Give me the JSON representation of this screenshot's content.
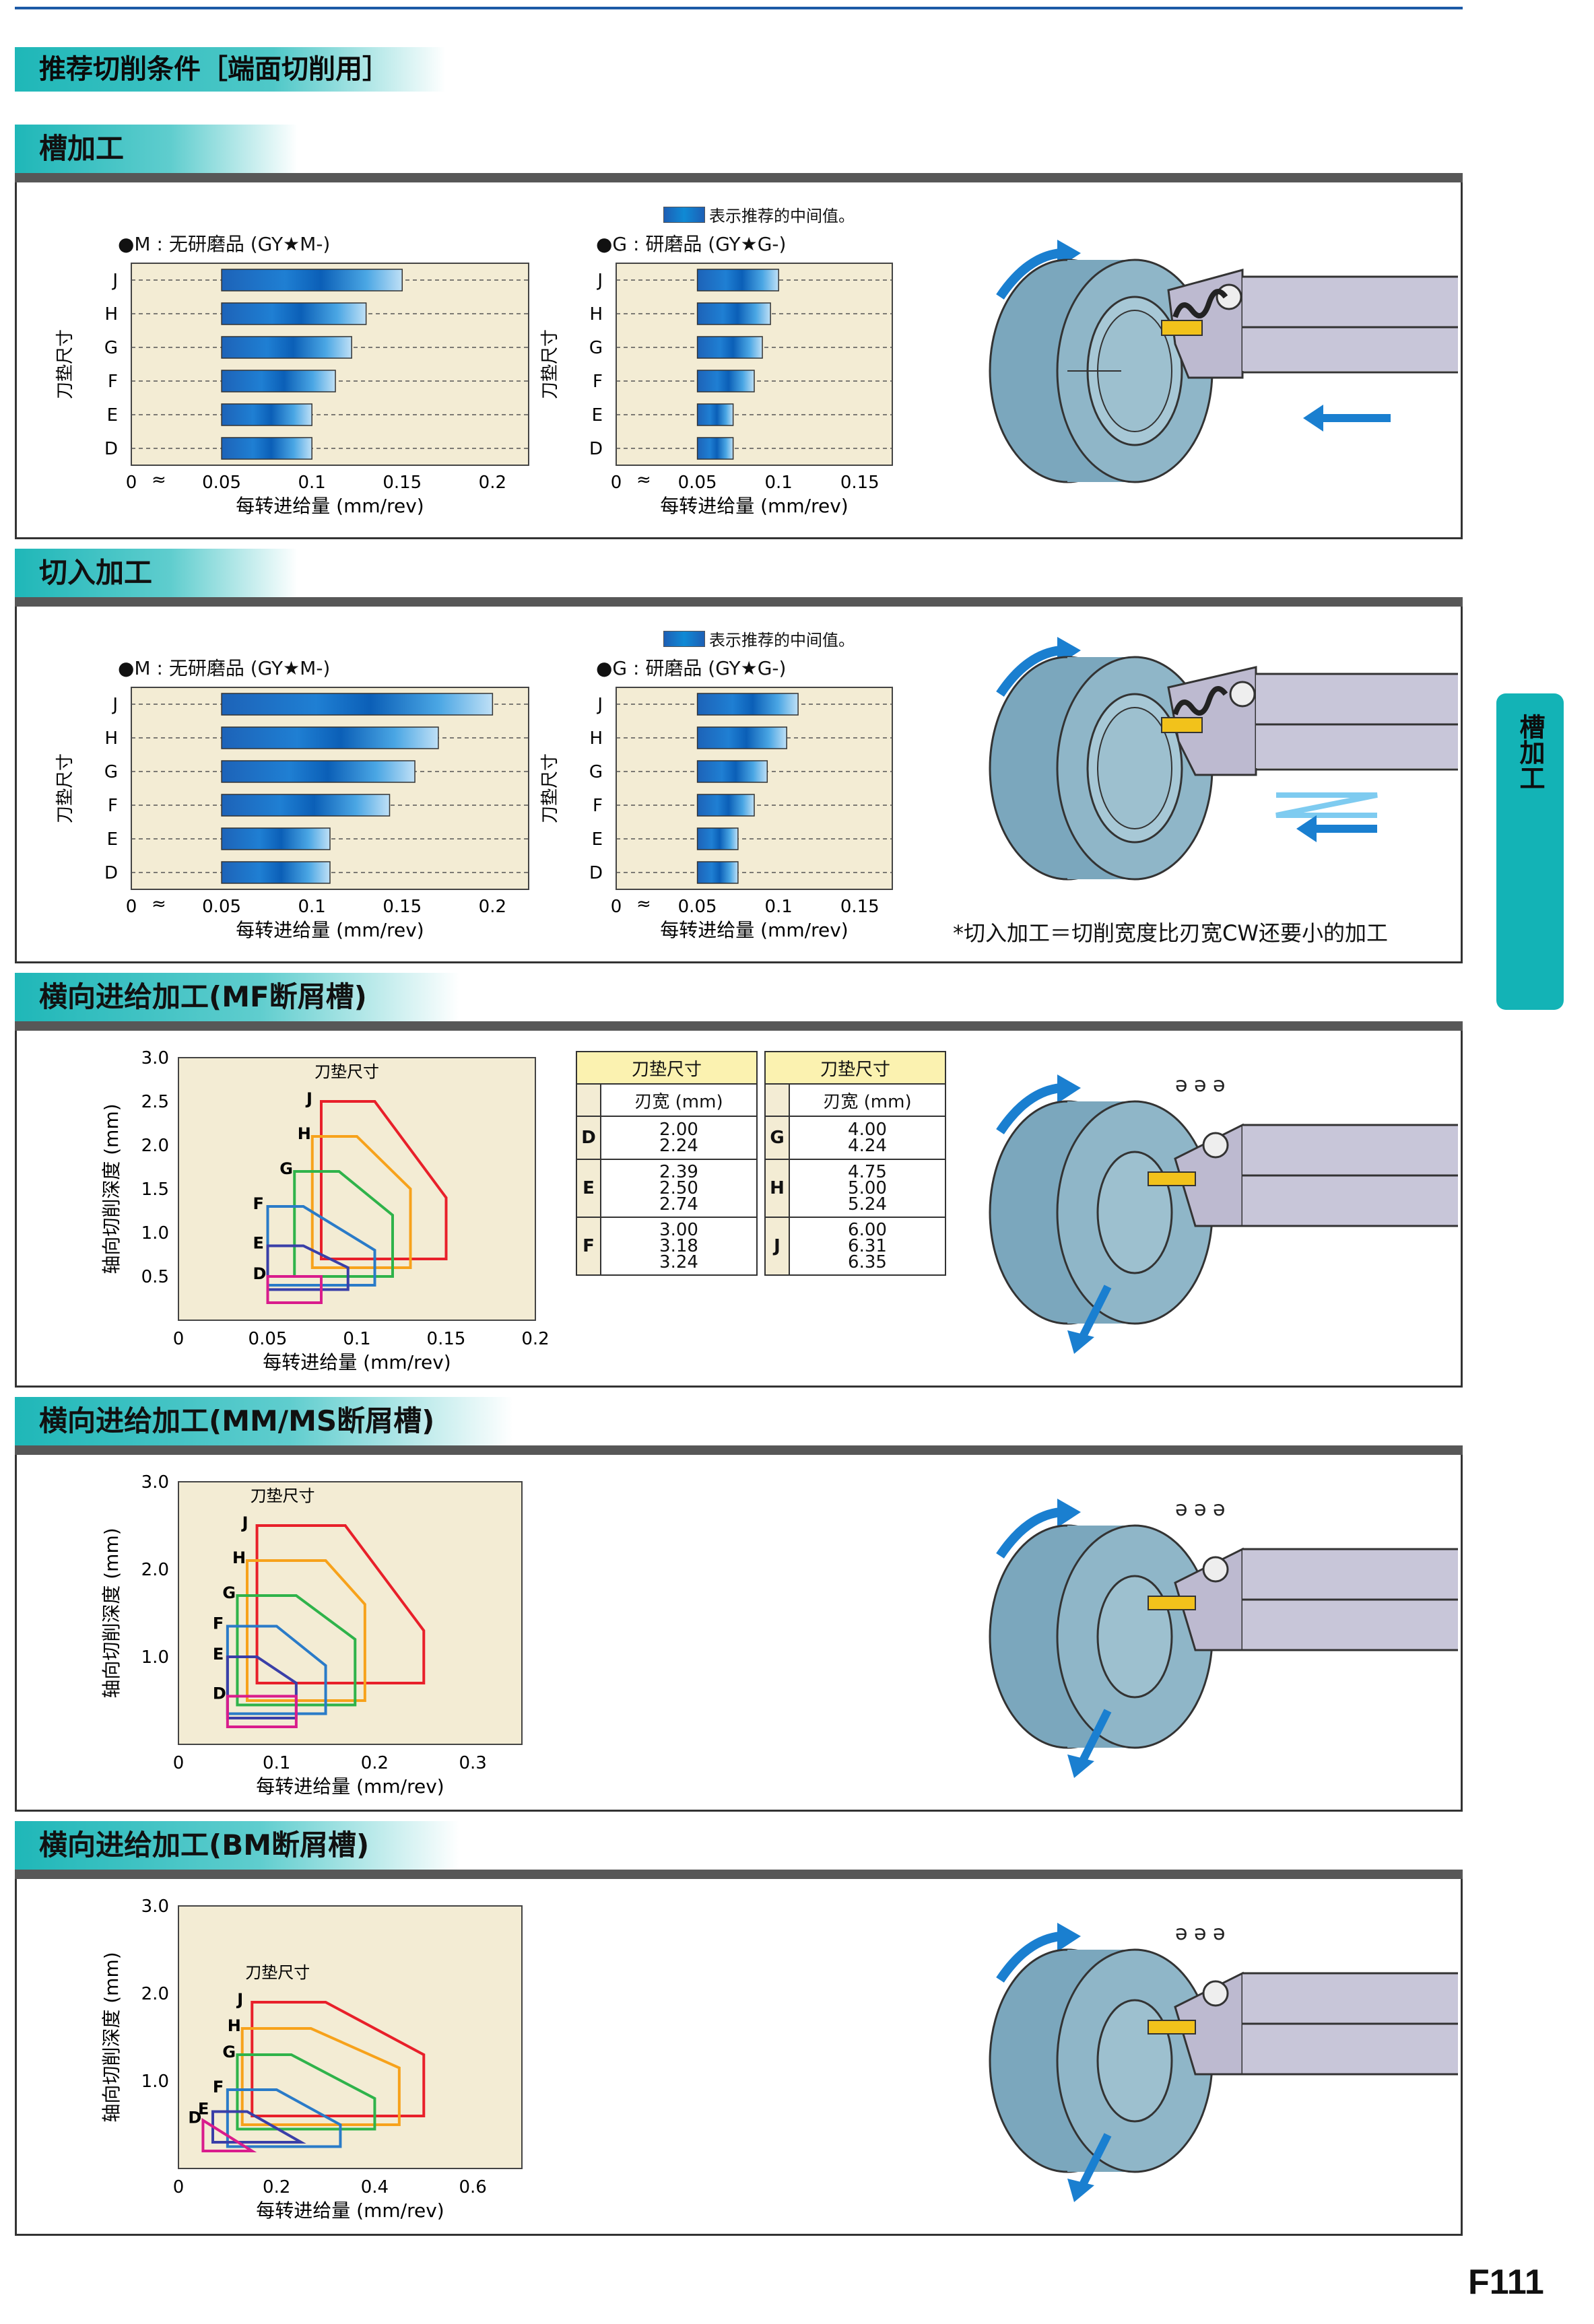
{
  "page": {
    "title": "推荐切削条件［端面切削用］",
    "page_number": "F111",
    "side_tab": "槽加工"
  },
  "sections": [
    {
      "id": "groove",
      "heading": "槽加工"
    },
    {
      "id": "plunge",
      "heading": "切入加工",
      "footnote": "*切入加工＝切削宽度比刃宽CW还要小的加工"
    },
    {
      "id": "mf",
      "heading": "横向进给加工(MF断屑槽)"
    },
    {
      "id": "mm",
      "heading": "横向进给加工(MM/MS断屑槽)"
    },
    {
      "id": "bm",
      "heading": "横向进给加工(BM断屑槽)"
    }
  ],
  "common": {
    "legend_note": "表示推荐的中间值。",
    "m_title": "●M : 无研磨品 (GY★M-)",
    "g_title": "●G : 研磨品 (GY★G-)",
    "y_label_insert": "刀垫尺寸",
    "x_label_feed": "每转进给量 (mm/rev)",
    "y_label_depth": "轴向切削深度 (mm)",
    "insert_size_label": "刀垫尺寸"
  },
  "chart_data": [
    {
      "type": "bar",
      "id": "groove-m",
      "section": "槽加工",
      "categories": [
        "J",
        "H",
        "G",
        "F",
        "E",
        "D"
      ],
      "ranges": [
        [
          0.05,
          0.15
        ],
        [
          0.05,
          0.13
        ],
        [
          0.05,
          0.122
        ],
        [
          0.05,
          0.113
        ],
        [
          0.05,
          0.1
        ],
        [
          0.05,
          0.1
        ]
      ],
      "xticks": [
        "0",
        "0.05",
        "0.1",
        "0.15",
        "0.2"
      ],
      "xlim": [
        0,
        0.22
      ]
    },
    {
      "type": "bar",
      "id": "groove-g",
      "section": "槽加工",
      "categories": [
        "J",
        "H",
        "G",
        "F",
        "E",
        "D"
      ],
      "ranges": [
        [
          0.05,
          0.1
        ],
        [
          0.05,
          0.095
        ],
        [
          0.05,
          0.09
        ],
        [
          0.05,
          0.085
        ],
        [
          0.05,
          0.072
        ],
        [
          0.05,
          0.072
        ]
      ],
      "xticks": [
        "0",
        "0.05",
        "0.1",
        "0.15"
      ],
      "xlim": [
        0,
        0.17
      ]
    },
    {
      "type": "bar",
      "id": "plunge-m",
      "section": "切入加工",
      "categories": [
        "J",
        "H",
        "G",
        "F",
        "E",
        "D"
      ],
      "ranges": [
        [
          0.05,
          0.2
        ],
        [
          0.05,
          0.17
        ],
        [
          0.05,
          0.157
        ],
        [
          0.05,
          0.143
        ],
        [
          0.05,
          0.11
        ],
        [
          0.05,
          0.11
        ]
      ],
      "xticks": [
        "0",
        "0.05",
        "0.1",
        "0.15",
        "0.2"
      ],
      "xlim": [
        0,
        0.22
      ]
    },
    {
      "type": "bar",
      "id": "plunge-g",
      "section": "切入加工",
      "categories": [
        "J",
        "H",
        "G",
        "F",
        "E",
        "D"
      ],
      "ranges": [
        [
          0.05,
          0.112
        ],
        [
          0.05,
          0.105
        ],
        [
          0.05,
          0.093
        ],
        [
          0.05,
          0.085
        ],
        [
          0.05,
          0.075
        ],
        [
          0.05,
          0.075
        ]
      ],
      "xticks": [
        "0",
        "0.05",
        "0.1",
        "0.15"
      ],
      "xlim": [
        0,
        0.17
      ]
    },
    {
      "type": "area",
      "id": "mf-chart",
      "section": "横向进给加工(MF断屑槽)",
      "xlim": [
        0,
        0.2
      ],
      "ylim": [
        0,
        3.0
      ],
      "xticks": [
        "0",
        "0.05",
        "0.1",
        "0.15",
        "0.2"
      ],
      "yticks": [
        "0.5",
        "1.0",
        "1.5",
        "2.0",
        "2.5",
        "3.0"
      ],
      "series": [
        {
          "name": "J",
          "color": "#e8202a",
          "points": [
            [
              0.08,
              2.5
            ],
            [
              0.11,
              2.5
            ],
            [
              0.15,
              1.4
            ],
            [
              0.15,
              0.7
            ],
            [
              0.08,
              0.7
            ]
          ]
        },
        {
          "name": "H",
          "color": "#f7a21b",
          "points": [
            [
              0.075,
              2.1
            ],
            [
              0.1,
              2.1
            ],
            [
              0.13,
              1.5
            ],
            [
              0.13,
              0.6
            ],
            [
              0.075,
              0.6
            ]
          ]
        },
        {
          "name": "G",
          "color": "#2fb34a",
          "points": [
            [
              0.065,
              1.7
            ],
            [
              0.09,
              1.7
            ],
            [
              0.12,
              1.2
            ],
            [
              0.12,
              0.5
            ],
            [
              0.065,
              0.5
            ]
          ]
        },
        {
          "name": "F",
          "color": "#2a7bc8",
          "points": [
            [
              0.05,
              1.3
            ],
            [
              0.07,
              1.3
            ],
            [
              0.11,
              0.8
            ],
            [
              0.11,
              0.4
            ],
            [
              0.05,
              0.4
            ]
          ]
        },
        {
          "name": "E",
          "color": "#3a3fa8",
          "points": [
            [
              0.05,
              0.85
            ],
            [
              0.07,
              0.85
            ],
            [
              0.095,
              0.6
            ],
            [
              0.095,
              0.35
            ],
            [
              0.05,
              0.35
            ]
          ]
        },
        {
          "name": "D",
          "color": "#d91c8c",
          "points": [
            [
              0.05,
              0.5
            ],
            [
              0.08,
              0.5
            ],
            [
              0.08,
              0.2
            ],
            [
              0.05,
              0.2
            ]
          ]
        }
      ]
    },
    {
      "type": "area",
      "id": "mm-chart",
      "section": "横向进给加工(MM/MS断屑槽)",
      "xlim": [
        0,
        0.35
      ],
      "ylim": [
        0,
        3.0
      ],
      "xticks": [
        "0",
        "0.1",
        "0.2",
        "0.3"
      ],
      "yticks": [
        "1.0",
        "2.0",
        "3.0"
      ],
      "series": [
        {
          "name": "J",
          "color": "#e8202a",
          "points": [
            [
              0.08,
              2.5
            ],
            [
              0.17,
              2.5
            ],
            [
              0.25,
              1.3
            ],
            [
              0.25,
              0.7
            ],
            [
              0.08,
              0.7
            ]
          ]
        },
        {
          "name": "H",
          "color": "#f7a21b",
          "points": [
            [
              0.07,
              2.1
            ],
            [
              0.15,
              2.1
            ],
            [
              0.19,
              1.6
            ],
            [
              0.19,
              0.5
            ],
            [
              0.07,
              0.5
            ]
          ]
        },
        {
          "name": "G",
          "color": "#2fb34a",
          "points": [
            [
              0.06,
              1.7
            ],
            [
              0.12,
              1.7
            ],
            [
              0.18,
              1.2
            ],
            [
              0.18,
              0.45
            ],
            [
              0.06,
              0.45
            ]
          ]
        },
        {
          "name": "F",
          "color": "#2a7bc8",
          "points": [
            [
              0.05,
              1.35
            ],
            [
              0.1,
              1.35
            ],
            [
              0.15,
              0.9
            ],
            [
              0.15,
              0.35
            ],
            [
              0.05,
              0.35
            ]
          ]
        },
        {
          "name": "E",
          "color": "#3a3fa8",
          "points": [
            [
              0.05,
              1.0
            ],
            [
              0.08,
              1.0
            ],
            [
              0.12,
              0.7
            ],
            [
              0.12,
              0.3
            ],
            [
              0.05,
              0.3
            ]
          ]
        },
        {
          "name": "D",
          "color": "#d91c8c",
          "points": [
            [
              0.05,
              0.55
            ],
            [
              0.12,
              0.55
            ],
            [
              0.12,
              0.2
            ],
            [
              0.05,
              0.2
            ]
          ]
        }
      ]
    },
    {
      "type": "area",
      "id": "bm-chart",
      "section": "横向进给加工(BM断屑槽)",
      "xlim": [
        0,
        0.7
      ],
      "ylim": [
        0,
        3.0
      ],
      "xticks": [
        "0",
        "0.2",
        "0.4",
        "0.6"
      ],
      "yticks": [
        "1.0",
        "2.0",
        "3.0"
      ],
      "series": [
        {
          "name": "J",
          "color": "#e8202a",
          "points": [
            [
              0.15,
              1.9
            ],
            [
              0.3,
              1.9
            ],
            [
              0.5,
              1.3
            ],
            [
              0.5,
              0.6
            ],
            [
              0.15,
              0.6
            ]
          ]
        },
        {
          "name": "H",
          "color": "#f7a21b",
          "points": [
            [
              0.13,
              1.6
            ],
            [
              0.27,
              1.6
            ],
            [
              0.45,
              1.15
            ],
            [
              0.45,
              0.5
            ],
            [
              0.13,
              0.5
            ]
          ]
        },
        {
          "name": "G",
          "color": "#2fb34a",
          "points": [
            [
              0.12,
              1.3
            ],
            [
              0.23,
              1.3
            ],
            [
              0.4,
              0.8
            ],
            [
              0.4,
              0.45
            ],
            [
              0.12,
              0.45
            ]
          ]
        },
        {
          "name": "F",
          "color": "#2a7bc8",
          "points": [
            [
              0.1,
              0.9
            ],
            [
              0.2,
              0.9
            ],
            [
              0.33,
              0.5
            ],
            [
              0.33,
              0.25
            ],
            [
              0.1,
              0.25
            ]
          ]
        },
        {
          "name": "E",
          "color": "#3a3fa8",
          "points": [
            [
              0.07,
              0.65
            ],
            [
              0.14,
              0.65
            ],
            [
              0.25,
              0.3
            ],
            [
              0.07,
              0.3
            ]
          ]
        },
        {
          "name": "D",
          "color": "#d91c8c",
          "points": [
            [
              0.05,
              0.55
            ],
            [
              0.15,
              0.2
            ],
            [
              0.05,
              0.2
            ]
          ]
        }
      ]
    }
  ],
  "mf_table": {
    "header_top": "刀垫尺寸",
    "header_sub": "刃宽 (mm)",
    "left": [
      {
        "letter": "D",
        "values": "2.00\n2.24"
      },
      {
        "letter": "E",
        "values": "2.39\n2.50\n2.74"
      },
      {
        "letter": "F",
        "values": "3.00\n3.18\n3.24"
      }
    ],
    "right": [
      {
        "letter": "G",
        "values": "4.00\n4.24"
      },
      {
        "letter": "H",
        "values": "4.75\n5.00\n5.24"
      },
      {
        "letter": "J",
        "values": "6.00\n6.31\n6.35"
      }
    ]
  },
  "colors": {
    "section_teal": "#1fb7b8",
    "bar_blue": "#0f6fc6",
    "chart_bg": "#f3ecd4",
    "arrow_blue": "#1a7fd0",
    "workpiece": "#7ba7bd"
  }
}
